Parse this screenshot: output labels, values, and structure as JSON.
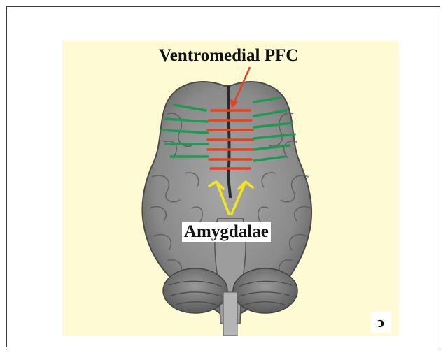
{
  "figure": {
    "labels": {
      "vmpfc": "Ventromedial PFC",
      "amygdalae": "Amygdalae"
    },
    "panel_mark": "ↄ"
  },
  "colors": {
    "background_panel": "#fefbd4",
    "brain": "#8c8c8c",
    "vmpfc_stripes": "#e8401c",
    "lateral_stripes": "#1f9a50",
    "amygdala_marker": "#f2e51b",
    "arrow": "#e8401c"
  }
}
